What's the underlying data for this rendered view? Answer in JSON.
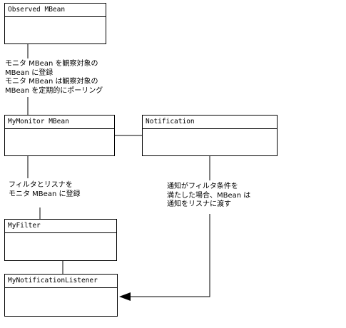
{
  "boxes": {
    "observed": "Observed MBean",
    "monitor": "MyMonitor MBean",
    "notification": "Notification",
    "filter": "MyFilter",
    "listener": "MyNotificationListener"
  },
  "notes": {
    "register": [
      "モニタ MBean を観察対象の",
      "MBean に登録",
      "モニタ MBean は観察対象の",
      "MBean を定期的にポーリング"
    ],
    "filter": [
      "フィルタとリスナを",
      "モニタ MBean に登録"
    ],
    "deliver": [
      "通知がフィルタ条件を",
      "満たした場合、MBean は",
      "通知をリスナに渡す"
    ]
  }
}
